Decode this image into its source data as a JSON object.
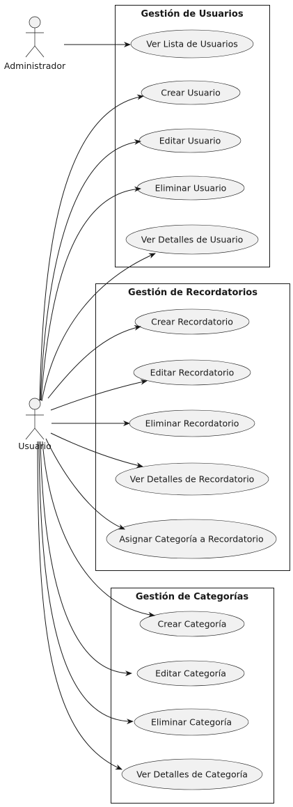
{
  "packages": [
    {
      "id": "usuarios",
      "title": "Gestión de Usuarios"
    },
    {
      "id": "recordatorios",
      "title": "Gestión de Recordatorios"
    },
    {
      "id": "categorias",
      "title": "Gestión de Categorías"
    }
  ],
  "actors": {
    "administrador": "Administrador",
    "usuario": "Usuario"
  },
  "use_cases": {
    "ver_lista_usuarios": "Ver Lista de Usuarios",
    "crear_usuario": "Crear Usuario",
    "editar_usuario": "Editar Usuario",
    "eliminar_usuario": "Eliminar Usuario",
    "ver_detalles_usuario": "Ver Detalles de Usuario",
    "crear_recordatorio": "Crear Recordatorio",
    "editar_recordatorio": "Editar Recordatorio",
    "eliminar_recordatorio": "Eliminar Recordatorio",
    "ver_detalles_recordatorio": "Ver Detalles de Recordatorio",
    "asignar_categoria": "Asignar Categoría a Recordatorio",
    "crear_categoria": "Crear Categoría",
    "editar_categoria": "Editar Categoría",
    "eliminar_categoria": "Eliminar Categoría",
    "ver_detalles_categoria": "Ver Detalles de Categoría"
  },
  "associations": [
    {
      "from": "administrador",
      "to": "ver_lista_usuarios"
    },
    {
      "from": "usuario",
      "to": "crear_usuario"
    },
    {
      "from": "usuario",
      "to": "editar_usuario"
    },
    {
      "from": "usuario",
      "to": "eliminar_usuario"
    },
    {
      "from": "usuario",
      "to": "ver_detalles_usuario"
    },
    {
      "from": "usuario",
      "to": "crear_recordatorio"
    },
    {
      "from": "usuario",
      "to": "editar_recordatorio"
    },
    {
      "from": "usuario",
      "to": "eliminar_recordatorio"
    },
    {
      "from": "usuario",
      "to": "ver_detalles_recordatorio"
    },
    {
      "from": "usuario",
      "to": "asignar_categoria"
    },
    {
      "from": "usuario",
      "to": "crear_categoria"
    },
    {
      "from": "usuario",
      "to": "editar_categoria"
    },
    {
      "from": "usuario",
      "to": "eliminar_categoria"
    },
    {
      "from": "usuario",
      "to": "ver_detalles_categoria"
    }
  ]
}
